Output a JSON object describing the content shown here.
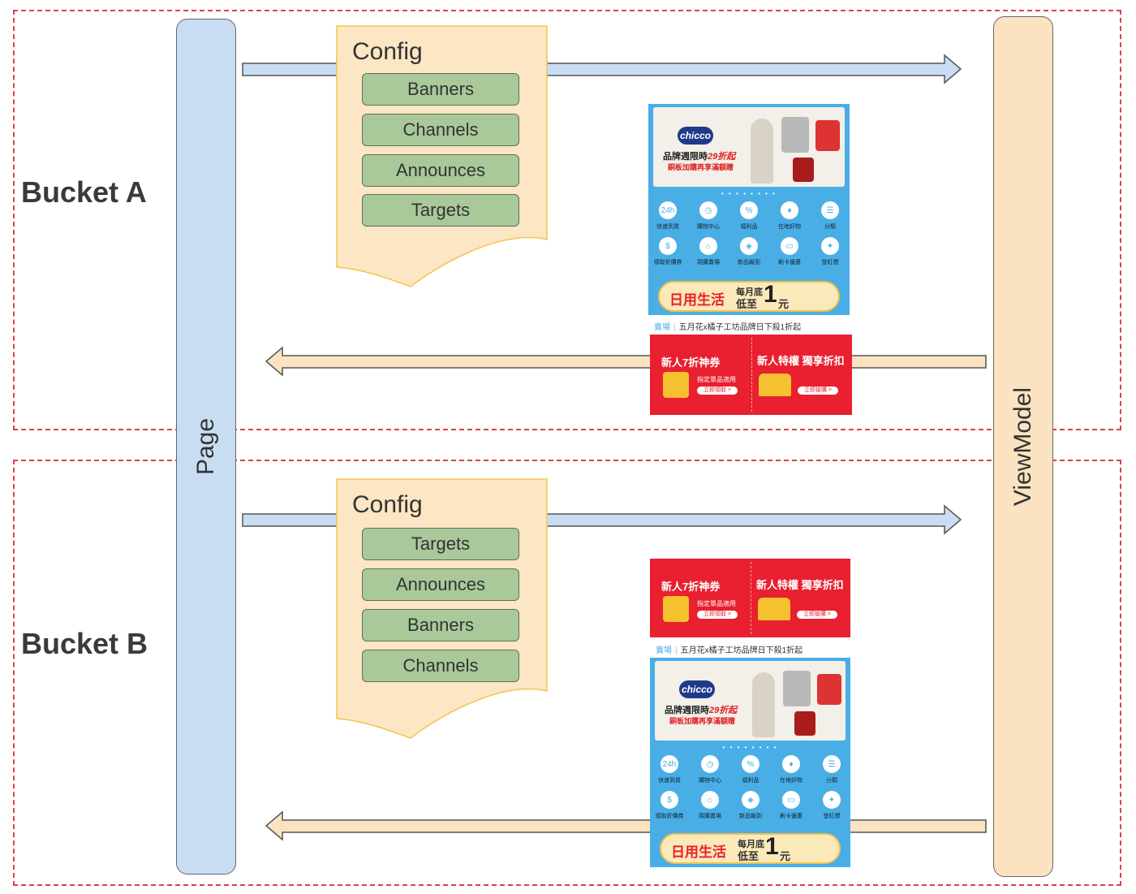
{
  "pillars": {
    "left": "Page",
    "right": "ViewModel"
  },
  "buckets": [
    {
      "label": "Bucket A",
      "config": {
        "title": "Config",
        "items": [
          "Banners",
          "Channels",
          "Announces",
          "Targets"
        ]
      }
    },
    {
      "label": "Bucket B",
      "config": {
        "title": "Config",
        "items": [
          "Targets",
          "Announces",
          "Banners",
          "Channels"
        ]
      }
    }
  ],
  "app": {
    "brand": "chicco",
    "hero_line1_prefix": "品牌週限時",
    "hero_line1_highlight": "29折起",
    "hero_line2": "銅板加購再享滿額贈",
    "dots": "• • • • • •   • •",
    "channels_row1": [
      "快速到貨",
      "購物中心",
      "福利品",
      "在地好物",
      "分類"
    ],
    "channels_row2": [
      "領取折價券",
      "現購賣場",
      "新品報到",
      "刷卡優惠",
      "發紅標"
    ],
    "channel_icons_row1": [
      "24h",
      "◷",
      "%",
      "♦",
      "☰"
    ],
    "channel_icons_row2": [
      "$",
      "⌂",
      "◈",
      "▭",
      "✦"
    ],
    "daily_main": "日用生活",
    "daily_sub1": "每月底",
    "daily_sub2": "低至",
    "daily_big": "1",
    "daily_unit": "元",
    "announce_tag": "賣場",
    "announce_text": "五月花x橘子工坊品牌日下殺1折起",
    "promo_left_title": "新人7折神券",
    "promo_left_sub": "指定單品適用",
    "promo_left_btn": "立即領取 >",
    "promo_right_title": "新人特權 獨享折扣",
    "promo_right_btn": "立即搶購 >"
  },
  "colors": {
    "bucket_border": "#e0404a",
    "page_fill": "#c9ddf2",
    "viewmodel_fill": "#fbe3c2",
    "config_fill": "#fde6c4",
    "config_border": "#f3c54e",
    "config_item_fill": "#a9c99a",
    "arrow_right_fill": "#c9ddf2",
    "arrow_left_fill": "#fbe3c2",
    "app_blue": "#4aaee6",
    "promo_red": "#e8202f"
  }
}
